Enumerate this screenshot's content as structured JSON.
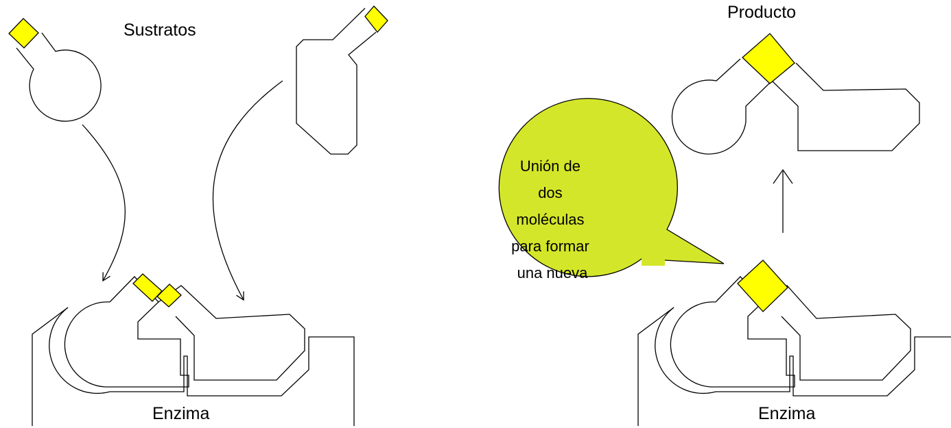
{
  "labels": {
    "substrates": "Sustratos",
    "product": "Producto",
    "enzyme_left": "Enzima",
    "enzyme_right": "Enzima"
  },
  "callout": {
    "lines": [
      "Unión de",
      "dos",
      "moléculas",
      "para formar",
      "una nueva"
    ]
  },
  "colors": {
    "active_site": "#ffff00",
    "callout_fill": "#d4e62a",
    "stroke": "#000000",
    "background": "#ffffff"
  }
}
